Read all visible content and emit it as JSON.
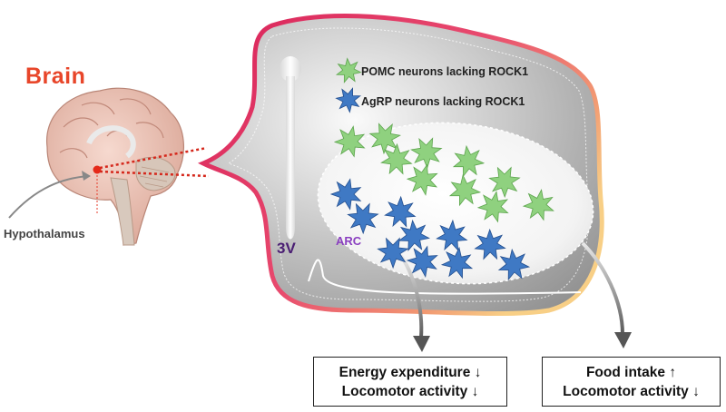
{
  "brain": {
    "title": "Brain",
    "hypothalamus_label": "Hypothalamus"
  },
  "legend": {
    "pomc": "POMC neurons lacking ROCK1",
    "agrp": "AgRP neurons lacking ROCK1"
  },
  "regions": {
    "ventricle": "3V",
    "arc": "ARC"
  },
  "outcomes": {
    "pomc": {
      "line1": "Energy expenditure ↓",
      "line2": "Locomotor activity ↓"
    },
    "agrp": {
      "line1": "Food intake ↑",
      "line2": "Locomotor activity ↓"
    }
  },
  "colors": {
    "pomc_neuron": "#8fd17f",
    "agrp_neuron": "#3f79c4",
    "outline_pink": "#e23a6a",
    "outline_orange": "#f5c37a",
    "title_red": "#e8462a",
    "ventricle_text": "#4a1e73",
    "arc_text": "#8a3fc0"
  },
  "icons": {
    "pomc_neuron": "green-star-neuron-icon",
    "agrp_neuron": "blue-star-neuron-icon"
  }
}
